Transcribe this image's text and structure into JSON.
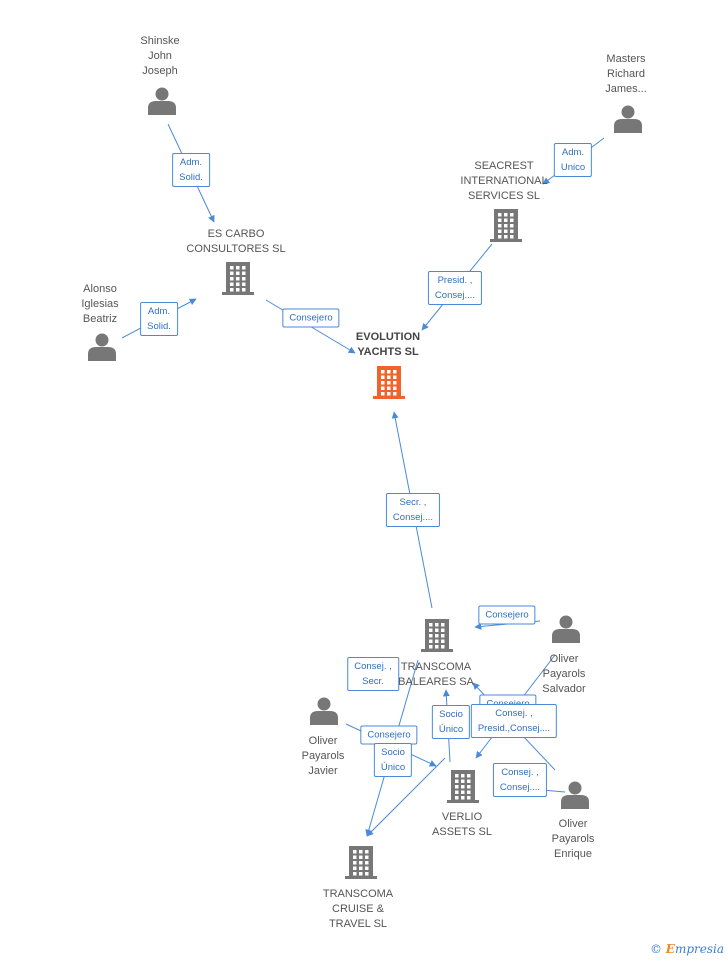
{
  "colors": {
    "edge": "#4a8ad8",
    "node": "#777777",
    "focus": "#f0632a",
    "label": "#555555"
  },
  "nodes": [
    {
      "id": "shinske",
      "type": "person",
      "label": "Shinske\nJohn\nJoseph"
    },
    {
      "id": "masters",
      "type": "person",
      "label": "Masters\nRichard\nJames..."
    },
    {
      "id": "seacrest",
      "type": "company",
      "label": "SEACREST\nINTERNATIONAL\nSERVICES SL"
    },
    {
      "id": "escarbo",
      "type": "company",
      "label": "ES CARBO\nCONSULTORES SL"
    },
    {
      "id": "alonso",
      "type": "person",
      "label": "Alonso\nIglesias\nBeatriz"
    },
    {
      "id": "evolution",
      "type": "company",
      "focus": true,
      "label": "EVOLUTION\nYACHTS SL"
    },
    {
      "id": "transcoma",
      "type": "company",
      "label": "TRANSCOMA\nBALEARES SA"
    },
    {
      "id": "salvador",
      "type": "person",
      "label": "Oliver\nPayarols\nSalvador"
    },
    {
      "id": "javier",
      "type": "person",
      "label": "Oliver\nPayarols\nJavier"
    },
    {
      "id": "verlio",
      "type": "company",
      "label": "VERLIO\nASSETS SL"
    },
    {
      "id": "enrique",
      "type": "person",
      "label": "Oliver\nPayarols\nEnrique"
    },
    {
      "id": "cruise",
      "type": "company",
      "label": "TRANSCOMA\nCRUISE &\nTRAVEL SL"
    }
  ],
  "edges": [
    {
      "id": "shinske-escarbo",
      "label": "Adm.\nSolid."
    },
    {
      "id": "masters-seacrest",
      "label": "Adm.\nUnico"
    },
    {
      "id": "alonso-escarbo",
      "label": "Adm.\nSolid."
    },
    {
      "id": "escarbo-evolution",
      "label": "Consejero"
    },
    {
      "id": "seacrest-evolution",
      "label": "Presid. ,\nConsej...."
    },
    {
      "id": "transcoma-evolution",
      "label": "Secr. ,\nConsej...."
    },
    {
      "id": "salvador-transcoma",
      "label": "Consejero"
    },
    {
      "id": "transcoma-cruise",
      "label": "Consej. ,\nSecr."
    },
    {
      "id": "verlio-transcoma",
      "label": "Socio\nÚnico"
    },
    {
      "id": "salvador-verlio",
      "label": "Consejero"
    },
    {
      "id": "enrique-transcoma",
      "label": "Consej. ,\nPresid.,Consej...."
    },
    {
      "id": "javier-verlio",
      "label": "Consejero"
    },
    {
      "id": "verlio-cruise",
      "label": "Socio\nÚnico"
    },
    {
      "id": "enrique-verlio",
      "label": "Consej. ,\nConsej...."
    }
  ],
  "brand": {
    "symbol": "©",
    "name_first": "E",
    "name_rest": "mpresia"
  }
}
